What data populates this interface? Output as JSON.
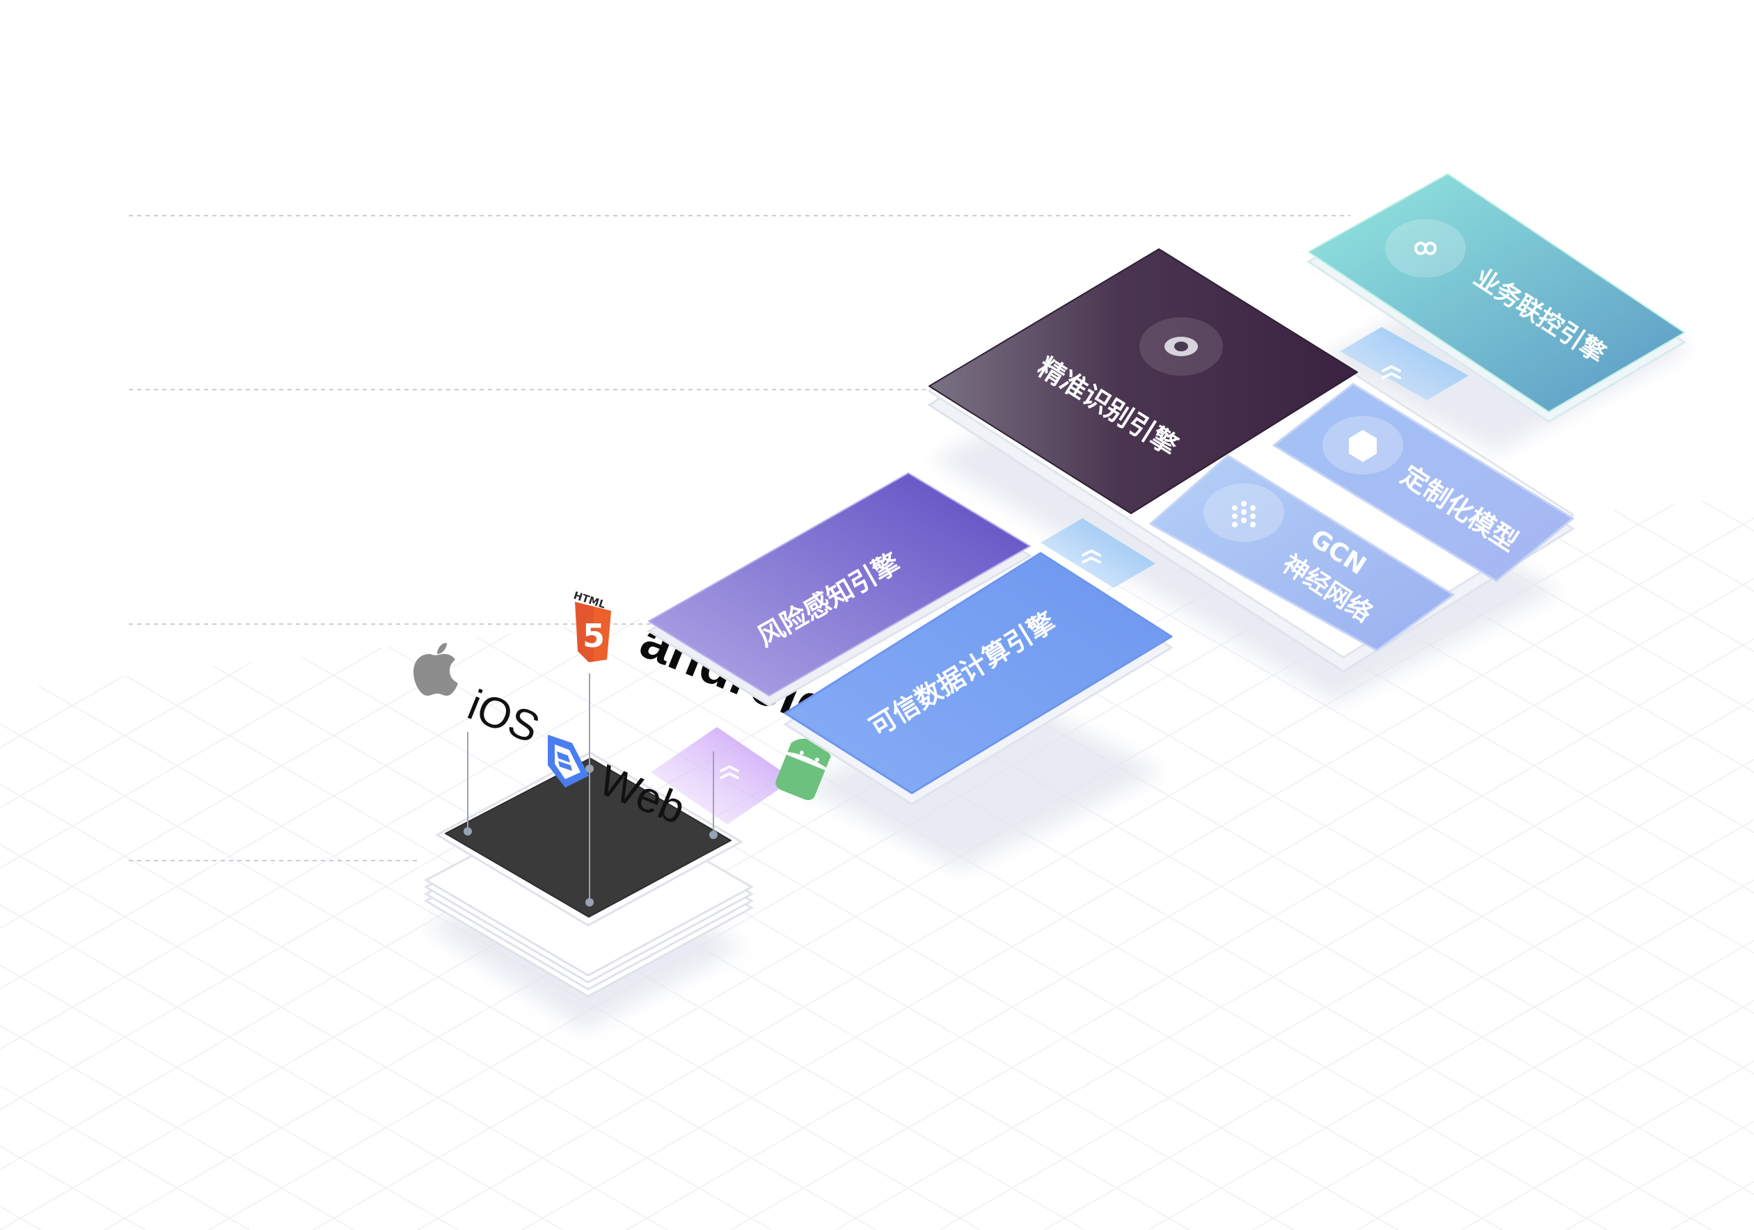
{
  "platforms": {
    "ios": "iOS",
    "web": "Web",
    "android": "android",
    "html_badge": "HTML",
    "html_version": "5"
  },
  "engines": {
    "risk_perception": "风险感知引擎",
    "trusted_compute": "可信数据计算引擎",
    "precise_identification": "精准识别引擎",
    "business_control": "业务联控引擎",
    "custom_model": "定制化模型",
    "gcn_line1": "GCN",
    "gcn_line2": "神经网络"
  },
  "colors": {
    "base_dark": "#3a3a3a",
    "risk_gradient": [
      "#a69ae0",
      "#5c4fc4"
    ],
    "trusted_gradient": [
      "#7ba8f5",
      "#6f98ef"
    ],
    "identification_gradient": [
      "#6d6677",
      "#3b2540"
    ],
    "business_gradient": [
      "#8fe4dc",
      "#5ea0c6"
    ],
    "gcn_fill": "#a6bcf4",
    "connector_purple": "#c79bf5",
    "connector_blue": "#8ec3f6",
    "html5_orange": "#e4572e",
    "android_green": "#6cc17d",
    "web_blue": "#4a7ef0",
    "apple_gray": "#8d8d8d"
  }
}
